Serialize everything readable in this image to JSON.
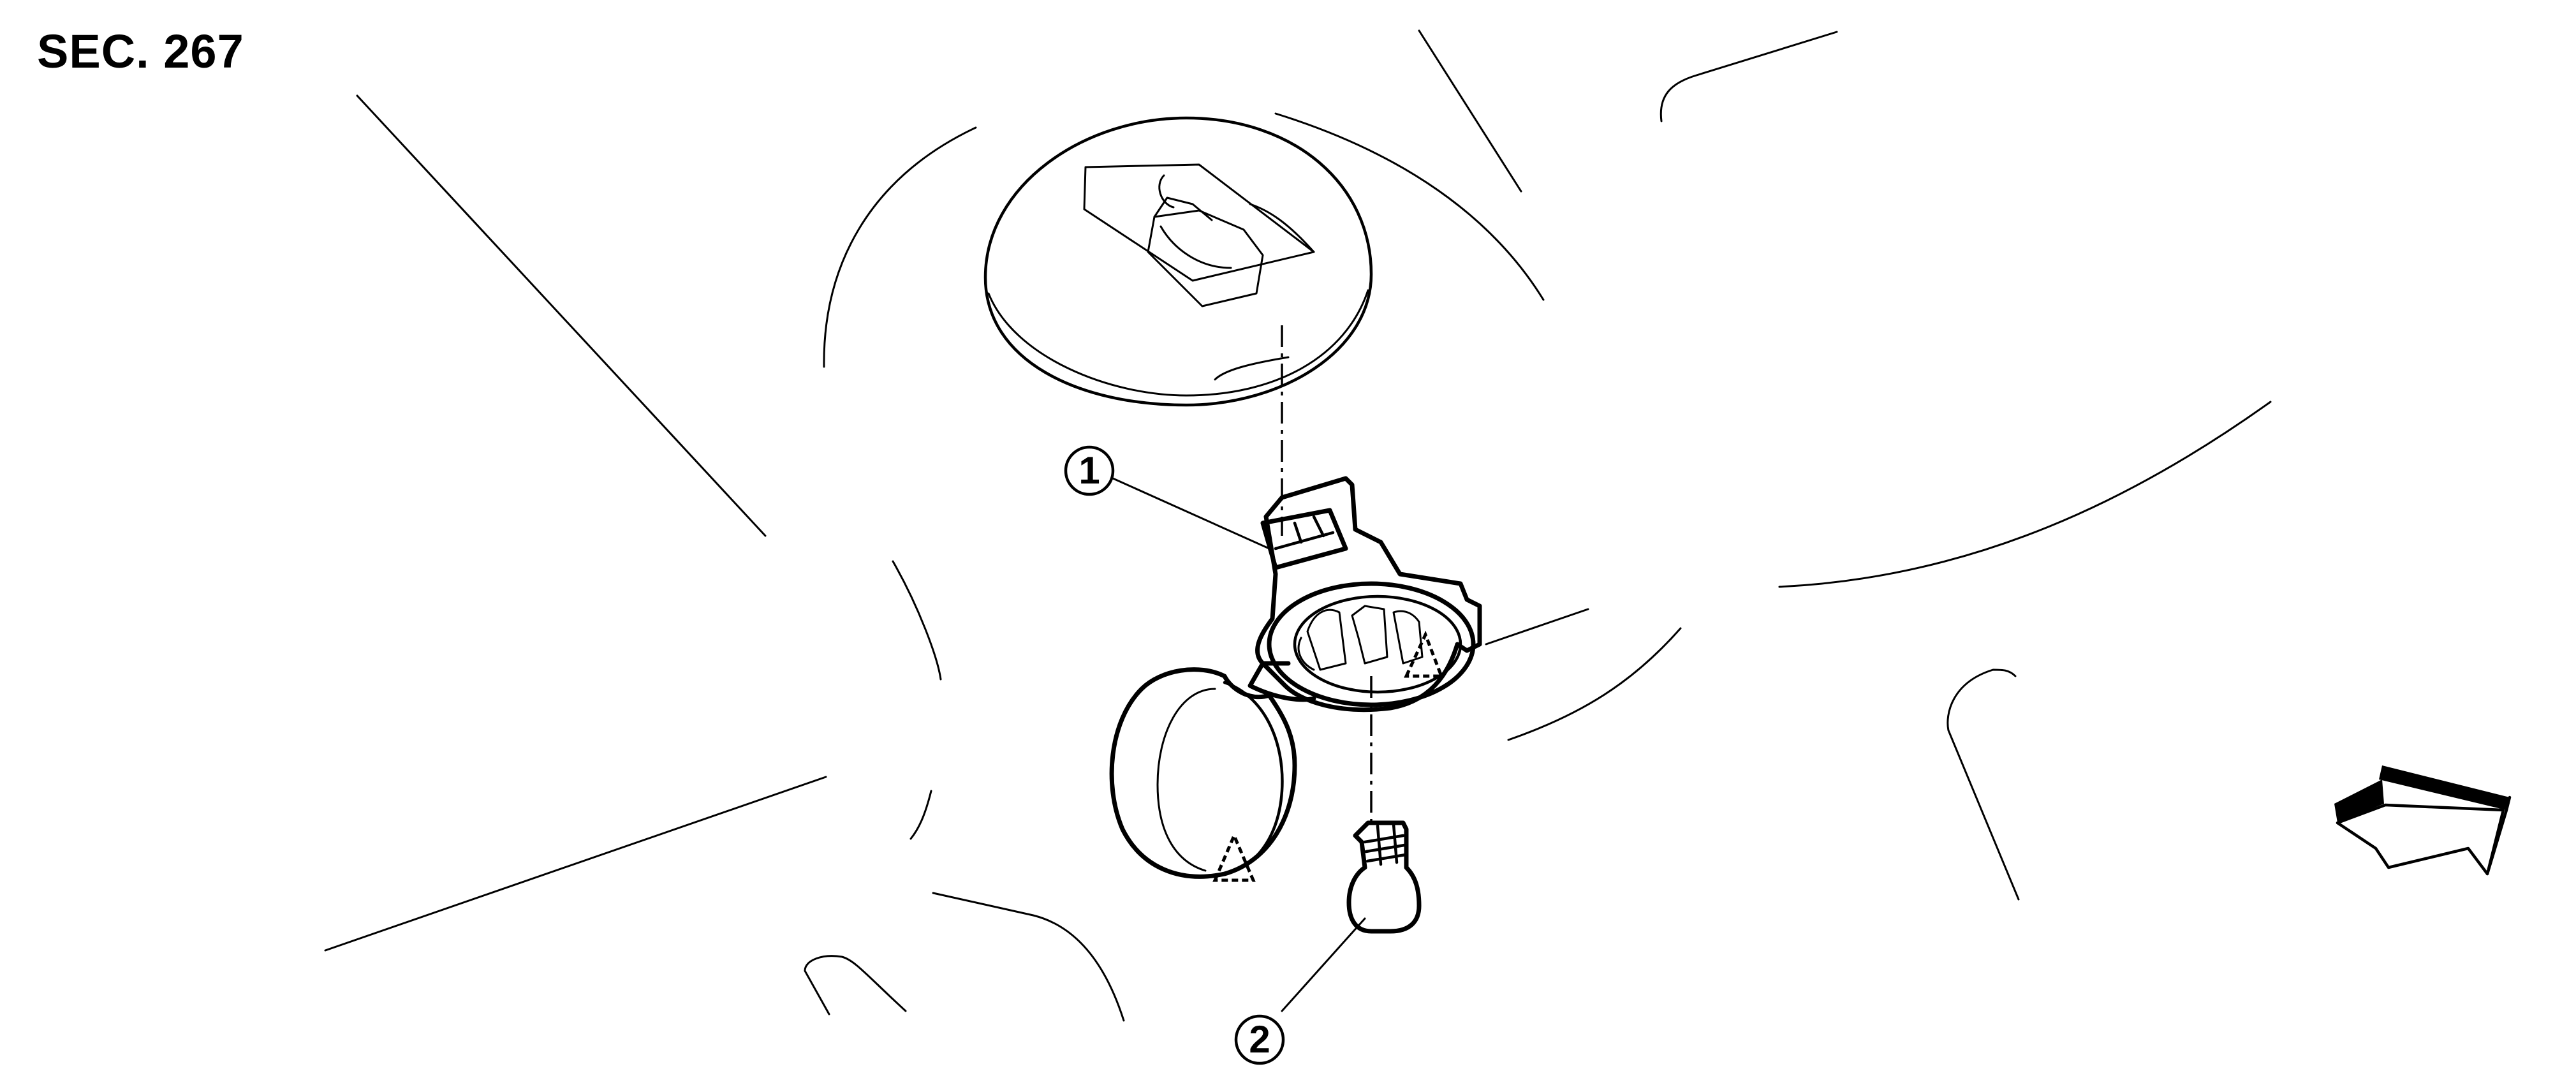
{
  "diagram": {
    "section_label": "SEC. 267",
    "callouts": [
      {
        "id": "1",
        "label": "1"
      },
      {
        "id": "2",
        "label": "2"
      }
    ]
  }
}
